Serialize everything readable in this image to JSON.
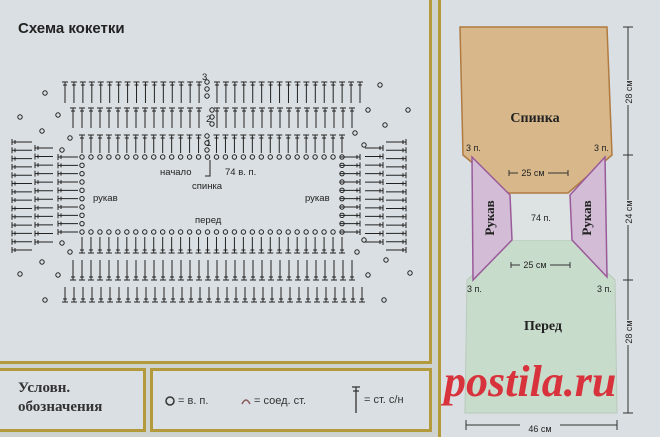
{
  "title": "Схема кокетки",
  "chart": {
    "row_numbers": [
      "3",
      "2",
      "1"
    ],
    "start_label": "начало",
    "chain_label": "74 в. п.",
    "back_label": "спинка",
    "front_label": "перед",
    "sleeve_left": "рукав",
    "sleeve_right": "рукав"
  },
  "legend": {
    "title_line1": "Условн.",
    "title_line2": "обозначения",
    "items": [
      {
        "icon": "chain-stitch-circle-icon",
        "label": "= в. п."
      },
      {
        "icon": "slip-stitch-arc-icon",
        "label": "= соед. ст."
      },
      {
        "icon": "double-crochet-icon",
        "label": "= ст. с/н"
      }
    ]
  },
  "schematic": {
    "back": "Спинка",
    "front": "Перед",
    "sleeve_left": "Рукав",
    "sleeve_right": "Рукав",
    "center": "74 п.",
    "width_top": "25 см",
    "width_bottom": "25 см",
    "corner_labels": [
      "3 п.",
      "3 п.",
      "3 п.",
      "3 п."
    ],
    "height_back": "28 см",
    "height_sleeve": "24 см",
    "height_front": "28 см",
    "width_total": "46 см",
    "colors": {
      "back": "#d8b88a",
      "sleeve": "#d2bcd6",
      "front": "#c8dccc",
      "center": "#dde2e2"
    }
  },
  "watermark": "postila.ru",
  "colors": {
    "border": "#b39b3c",
    "background": "#d9dfe2",
    "watermark": "#d8323c"
  }
}
